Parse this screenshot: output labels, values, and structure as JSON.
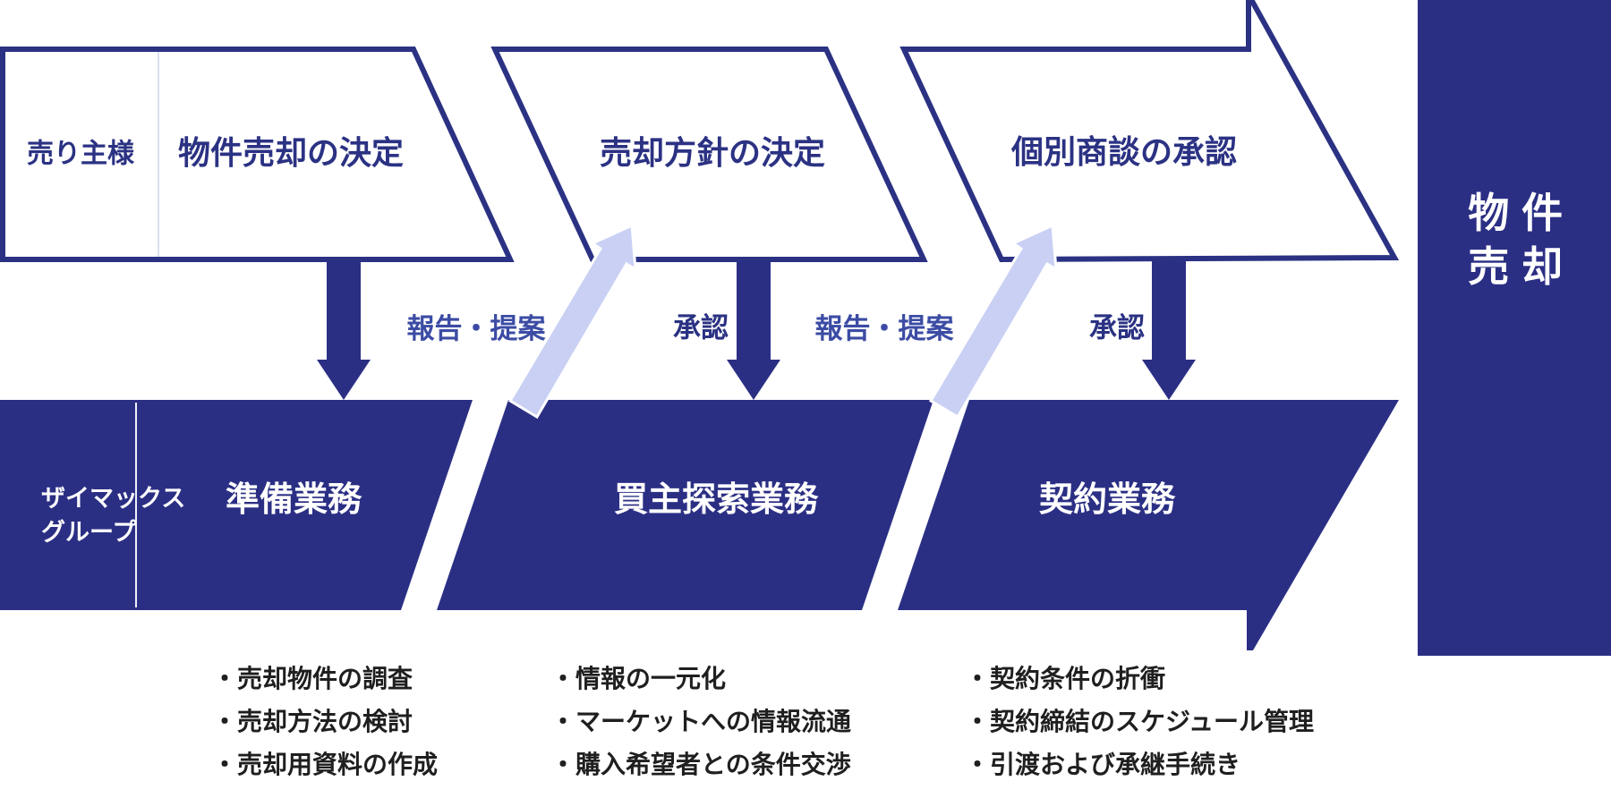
{
  "top_row": {
    "actor_label": "売り主様",
    "steps": [
      {
        "label": "物件売却の決定"
      },
      {
        "label": "売却方針の決定"
      },
      {
        "label": "個別商談の承認"
      }
    ]
  },
  "flow_labels": {
    "report_1": "報告・提案",
    "approve_1": "承認",
    "report_2": "報告・提案",
    "approve_2": "承認"
  },
  "bottom_row": {
    "actor_label_line1": "ザイマックス",
    "actor_label_line2": "グループ",
    "steps": [
      {
        "label": "準備業務"
      },
      {
        "label": "買主探索業務"
      },
      {
        "label": "契約業務"
      }
    ]
  },
  "result_box": {
    "line1": "物件",
    "line2": "売却"
  },
  "columns": [
    {
      "items": [
        "・売却物件の調査",
        "・売却方法の検討",
        "・売却用資料の作成"
      ]
    },
    {
      "items": [
        "・情報の一元化",
        "・マーケットへの情報流通",
        "・購入希望者との条件交渉"
      ]
    },
    {
      "items": [
        "・契約条件の折衝",
        "・契約締結のスケジュール管理",
        "・引渡および承継手続き"
      ]
    }
  ],
  "colors": {
    "navy": "#2b2f84",
    "navy_border": "#2b3283",
    "lavender": "#c9d0f4",
    "report_label_blue": "#3c4ca4",
    "bullet_text": "#1f1f1f"
  }
}
